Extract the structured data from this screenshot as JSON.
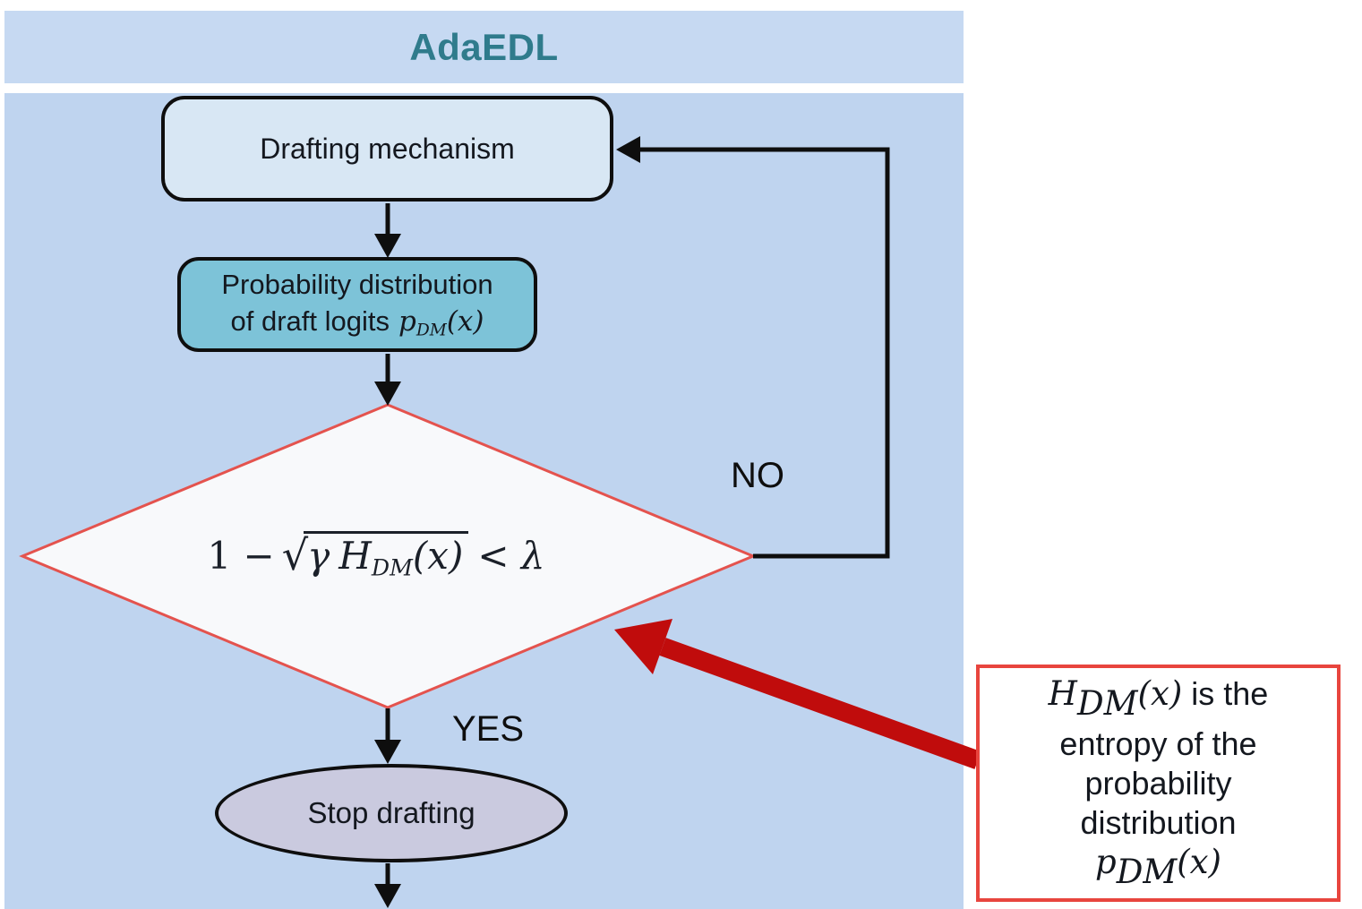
{
  "title": "AdaEDL",
  "colors": {
    "header_bg": "#c6d9f2",
    "panel_bg": "#bfd4ef",
    "title_text": "#2f7b8c",
    "draft_box_bg": "#d8e7f4",
    "prob_box_bg": "#7dc3d8",
    "diamond_fill": "#f8f9fb",
    "diamond_border": "#e4534e",
    "stop_ellipse_bg": "#cacadf",
    "line_color": "#0e0e0e",
    "red_accent": "#c00c0c",
    "annotation_border": "#e8453e",
    "annotation_bg": "#ffffff",
    "text_color": "#14181f"
  },
  "nodes": {
    "drafting": {
      "label": "Drafting mechanism"
    },
    "probability": {
      "line1": "Probability distribution",
      "line2_prefix": "of draft logits",
      "math": {
        "base": "p",
        "sub": "DM",
        "arg": "(x)"
      }
    },
    "decision": {
      "formula": {
        "lead": "1 −",
        "radical_sign": "√",
        "radicand_gamma": "γ",
        "radicand_base": "H",
        "radicand_sub": "DM",
        "radicand_arg": "(x)",
        "comparison": "< λ"
      }
    },
    "stop": {
      "label": "Stop drafting"
    }
  },
  "edges": {
    "no_label": "NO",
    "yes_label": "YES"
  },
  "annotation": {
    "line1": {
      "math_base": "H",
      "math_sub": "DM",
      "math_arg": "(x)",
      "rest": " is the"
    },
    "line2": "entropy of the",
    "line3": "probability",
    "line4": "distribution",
    "line5": {
      "math_base": "p",
      "math_sub": "DM",
      "math_arg": "(x)"
    }
  }
}
